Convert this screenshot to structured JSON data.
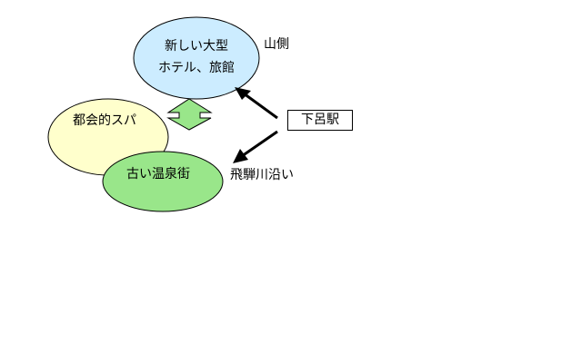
{
  "nodes": {
    "new_hotels": {
      "line1": "新しい大型",
      "line2": "ホテル、旅館",
      "fill": "#ccecff"
    },
    "urban_spa": {
      "label": "都会的スパ",
      "fill": "#ffffcc"
    },
    "old_onsen": {
      "label": "古い温泉街",
      "fill": "#99e68a"
    },
    "station": {
      "label": "下呂駅"
    }
  },
  "annotations": {
    "mountain_side": "山側",
    "river_side": "飛騨川沿い"
  },
  "colors": {
    "double_arrow": "#99e68a",
    "arrow": "#000000"
  }
}
